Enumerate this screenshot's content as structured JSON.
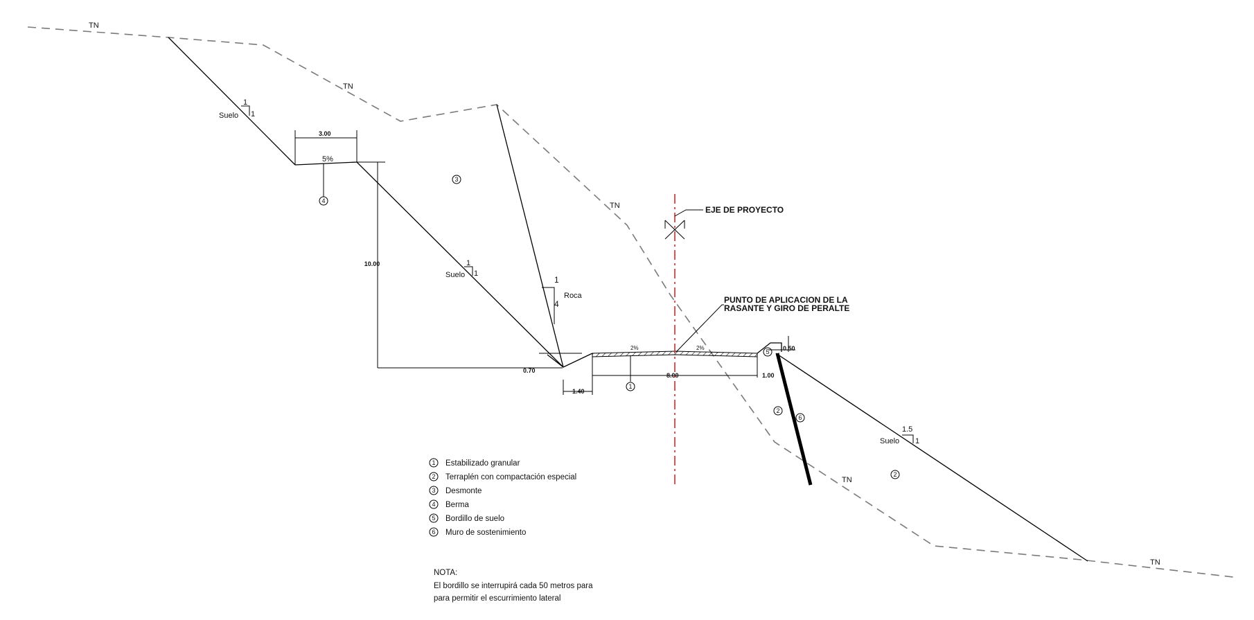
{
  "ground_label": "TN",
  "labels": {
    "suelo": "Suelo",
    "roca": "Roca",
    "axis": "EJE DE PROYECTO",
    "point_line1": "PUNTO DE APLICACION DE LA",
    "point_line2": "RASANTE Y GIRO DE PERALTE"
  },
  "slopes": {
    "upper_cut": {
      "v": "1",
      "h": "1"
    },
    "lower_cut": {
      "v": "1",
      "h": "1"
    },
    "rock": {
      "v": "1",
      "h": "4"
    },
    "fill": {
      "v": "1.5",
      "h": "1"
    }
  },
  "dimensions": {
    "berm_width": "3.00",
    "berm_slope": "5%",
    "cut_height": "10.00",
    "ditch_depth": "0.70",
    "ditch_width": "1.40",
    "road_width": "8.00",
    "crown_left": "2%",
    "crown_right": "2%",
    "curb_width": "0.50",
    "curb_height": "1.00"
  },
  "markers": {
    "m1": "1",
    "m2": "2",
    "m3": "3",
    "m4": "4",
    "m5": "5",
    "m6": "6"
  },
  "legend": [
    {
      "num": "1",
      "text": "Estabilizado granular"
    },
    {
      "num": "2",
      "text": "Terraplén con compactación especial"
    },
    {
      "num": "3",
      "text": "Desmonte"
    },
    {
      "num": "4",
      "text": "Berma"
    },
    {
      "num": "5",
      "text": "Bordillo de suelo"
    },
    {
      "num": "6",
      "text": "Muro de sostenimiento"
    }
  ],
  "note": {
    "title": "NOTA:",
    "line1": "El bordillo se interrupirá cada 50 metros para",
    "line2": "para permitir el escurrimiento lateral"
  },
  "colors": {
    "axis_line": "#d62828",
    "ground_line": "#7a7a7a"
  }
}
